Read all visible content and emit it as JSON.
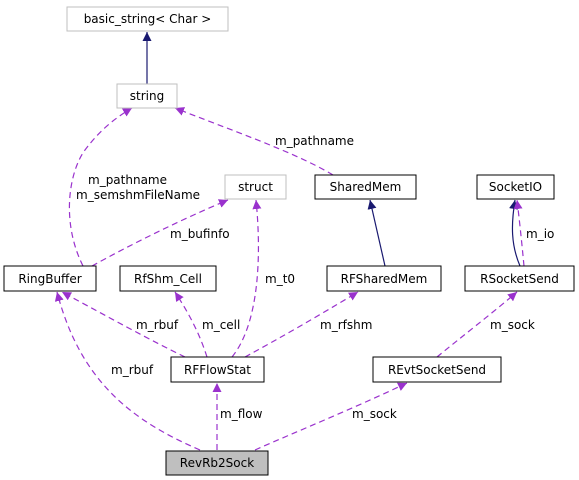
{
  "diagram": {
    "colors": {
      "background": "#ffffff",
      "inheritance_edge": "#191970",
      "usage_edge": "#9a32cd",
      "node_border": "#000000",
      "external_node_border": "#bfbfbf",
      "highlight_fill": "#bfbfbf",
      "node_fill": "#ffffff",
      "text": "#000000"
    },
    "nodes": {
      "basic_string": "basic_string< Char >",
      "string": "string",
      "struct": "struct",
      "SharedMem": "SharedMem",
      "SocketIO": "SocketIO",
      "RingBuffer": "RingBuffer",
      "RfShm_Cell": "RfShm_Cell",
      "RFSharedMem": "RFSharedMem",
      "RSocketSend": "RSocketSend",
      "RFFlowStat": "RFFlowStat",
      "REvtSocketSend": "REvtSocketSend",
      "RevRb2Sock": "RevRb2Sock"
    },
    "edge_labels": {
      "string_SharedMem": "m_pathname",
      "string_RingBuffer_1": "m_pathname",
      "string_RingBuffer_2": "m_semshmFileName",
      "struct_RingBuffer": "m_bufinfo",
      "struct_RFFlowStat": "m_t0",
      "SocketIO_RSocketSend": "m_io",
      "RingBuffer_RFFlowStat": "m_rbuf",
      "RfShm_Cell_RFFlowStat": "m_cell",
      "RFSharedMem_RFFlowStat": "m_rfshm",
      "RSocketSend_REvtSocketSend": "m_sock",
      "RingBuffer_RevRb2Sock": "m_rbuf",
      "RFFlowStat_RevRb2Sock": "m_flow",
      "REvtSocketSend_RevRb2Sock": "m_sock"
    }
  }
}
